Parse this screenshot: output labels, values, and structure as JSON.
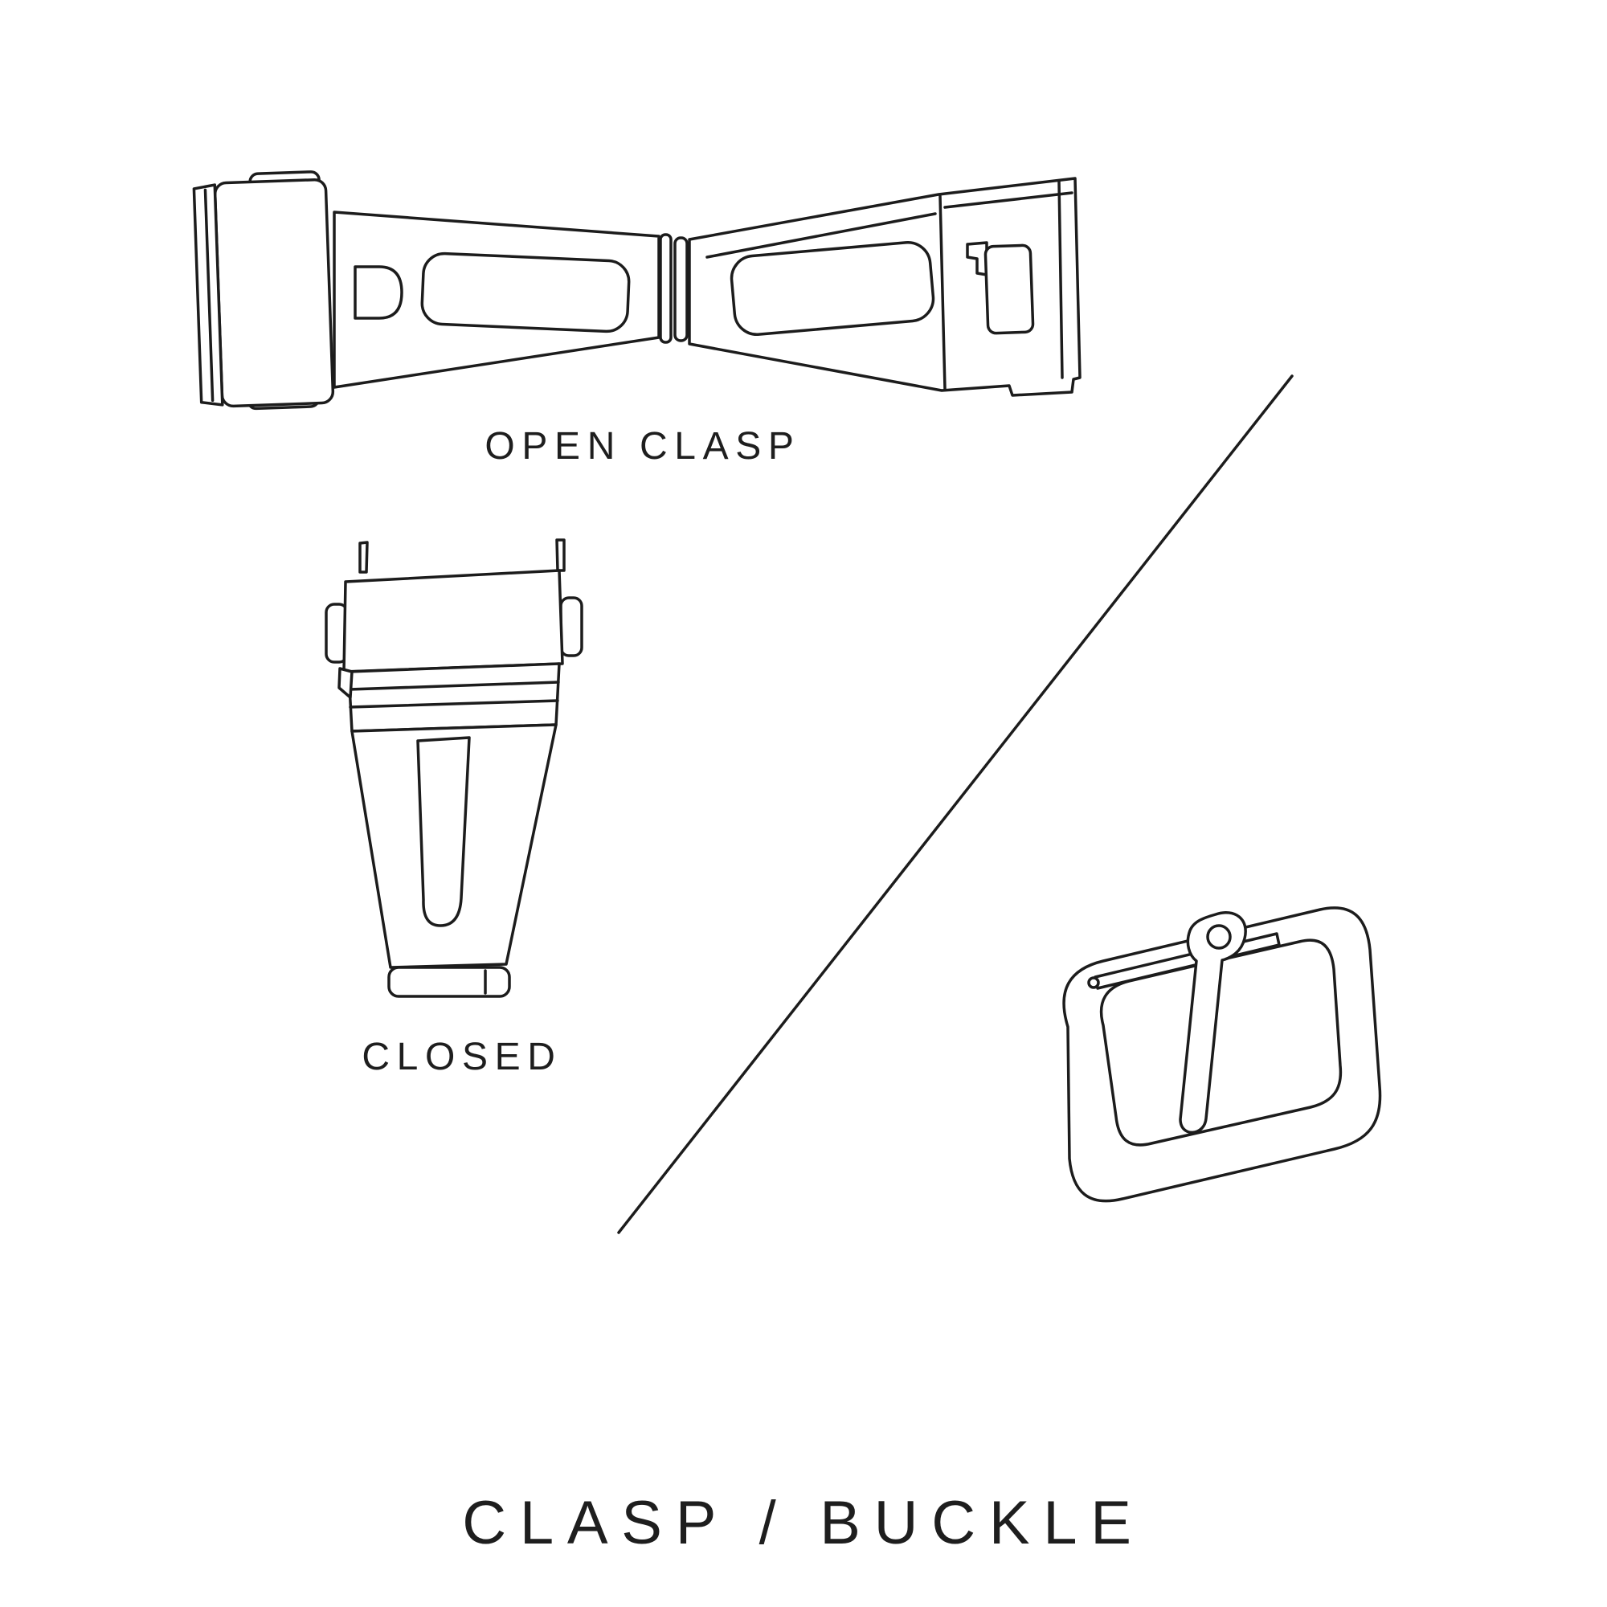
{
  "page": {
    "title": "CLASP / BUCKLE",
    "background_color": "#ffffff",
    "line_color": "#1c1c1c",
    "text_color": "#1e1e1e"
  },
  "labels": {
    "open_clasp": "OPEN CLASP",
    "closed": "CLOSED"
  },
  "illustrations": {
    "open_clasp": "open-clasp-drawing",
    "closed_clasp": "closed-clasp-drawing",
    "buckle": "buckle-drawing",
    "divider": "diagonal-divider-line"
  }
}
